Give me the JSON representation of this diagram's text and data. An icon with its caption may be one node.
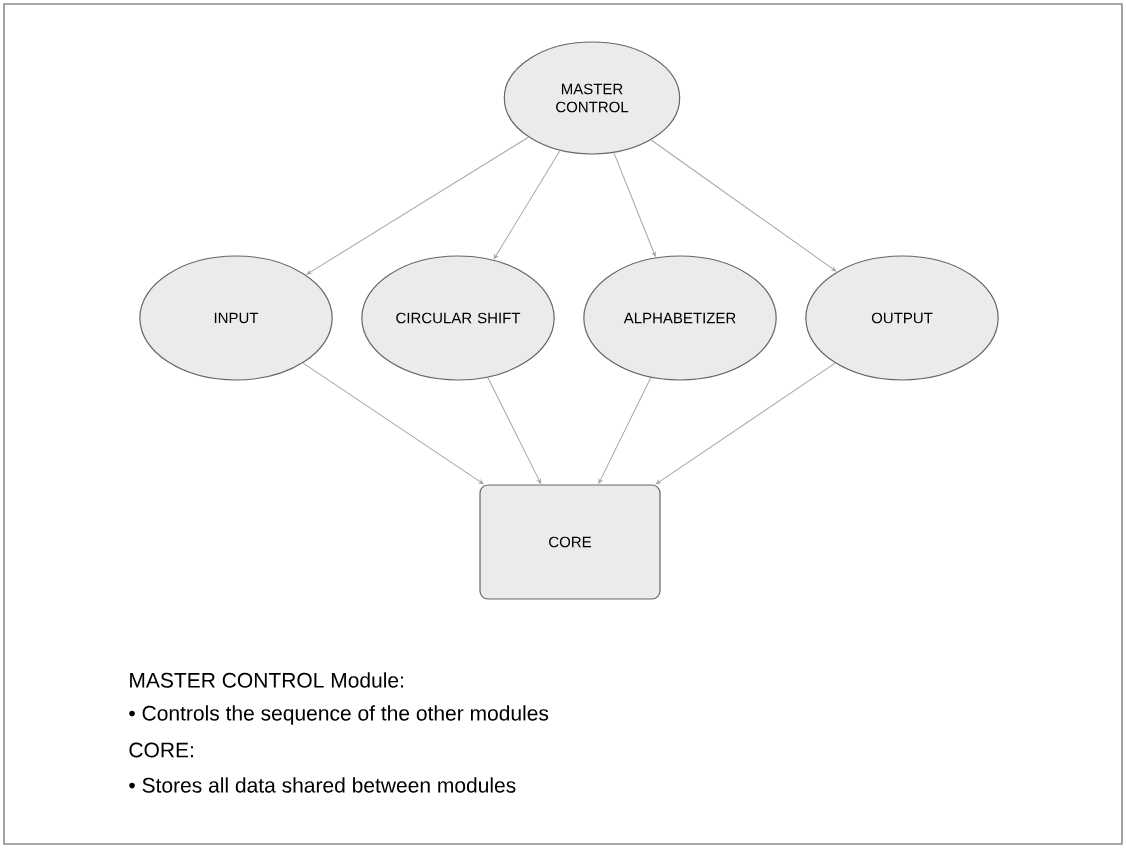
{
  "diagram": {
    "nodes": [
      {
        "text": [
          "MASTER CONTROL"
        ]
      },
      {
        "text": [
          "INPUT"
        ]
      },
      {
        "text": [
          "CIRCULAR SHIFT"
        ]
      },
      {
        "text": [
          "ALPHABETIZER"
        ]
      },
      {
        "text": [
          "OUTPUT"
        ]
      },
      {
        "text": [
          "CORE"
        ]
      }
    ],
    "edges": [
      {
        "from": 0,
        "to": 1,
        "arrow": "to"
      },
      {
        "from": 0,
        "to": 2,
        "arrow": "to"
      },
      {
        "from": 0,
        "to": 3,
        "arrow": "to"
      },
      {
        "from": 0,
        "to": 4,
        "arrow": "to"
      },
      {
        "from": 1,
        "to": 5,
        "arrow": "to"
      },
      {
        "from": 2,
        "to": 5,
        "arrow": "to"
      },
      {
        "from": 3,
        "to": 5,
        "arrow": "to"
      },
      {
        "from": 4,
        "to": 5,
        "arrow": "to"
      }
    ],
    "labels": [
      "MASTER CONTROL Module:",
      "• Controls the sequence of the other modules",
      "CORE:",
      "• Stores all data shared between modules"
    ]
  }
}
